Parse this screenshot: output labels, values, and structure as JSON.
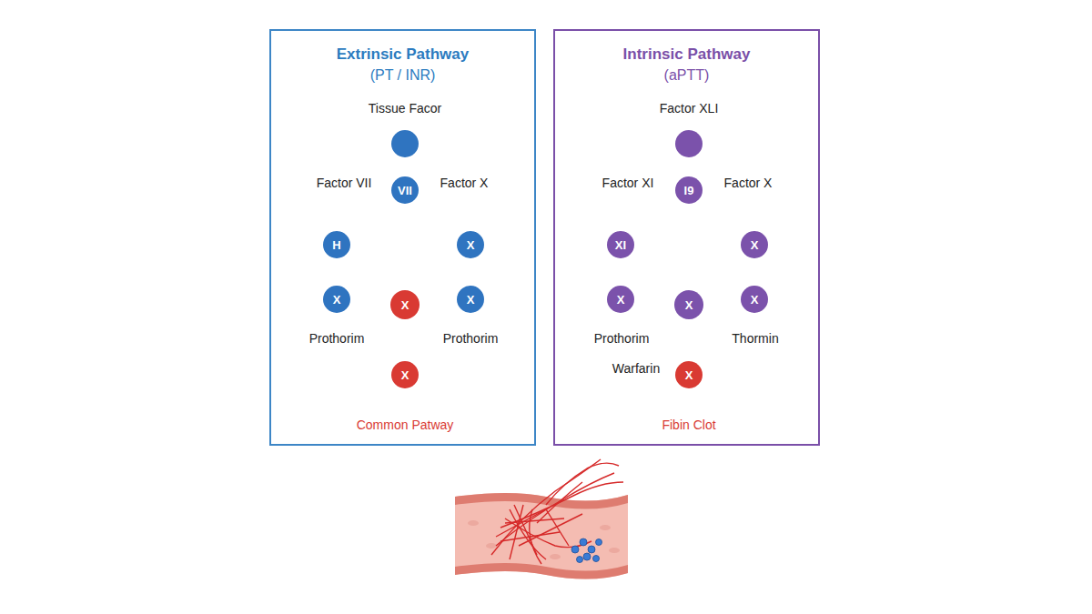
{
  "diagram": {
    "nodes": [
      {
        "text": [
          "Extrinsic Pathway",
          "(PT / INR)"
        ]
      },
      {
        "text": [
          "Tissue Facor"
        ],
        "in": 0
      },
      {
        "text": [
          "VII"
        ],
        "in": 0
      },
      {
        "text": [
          "H"
        ],
        "in": 0
      },
      {
        "text": [
          "X"
        ],
        "in": 0
      },
      {
        "text": [
          "X"
        ],
        "in": 0
      },
      {
        "text": [
          "X"
        ],
        "in": 0
      },
      {
        "text": [
          "X"
        ],
        "in": 0
      },
      {
        "text": [
          "X"
        ],
        "in": 0
      },
      {
        "text": [
          "Intrinsic Pathway",
          "(aPTT)"
        ]
      },
      {
        "text": [
          "Factor XLI"
        ],
        "in": 9
      },
      {
        "text": [
          "I9"
        ],
        "in": 9
      },
      {
        "text": [
          "XI"
        ],
        "in": 9
      },
      {
        "text": [
          "X"
        ],
        "in": 9
      },
      {
        "text": [
          "X"
        ],
        "in": 9
      },
      {
        "text": [
          "X"
        ],
        "in": 9
      },
      {
        "text": [
          "X"
        ],
        "in": 9
      },
      {
        "text": [
          "X"
        ],
        "in": 9
      }
    ],
    "edges": [
      {
        "from": 1,
        "to": 2,
        "arrow": "to"
      },
      {
        "from": 2,
        "to": 3,
        "arrow": "to"
      },
      {
        "from": 2,
        "to": 4,
        "arrow": "to"
      },
      {
        "from": 3,
        "to": 5,
        "arrow": "to"
      },
      {
        "from": 4,
        "to": 7,
        "arrow": "to"
      },
      {
        "from": 5,
        "to": 6,
        "arrow": "to"
      },
      {
        "from": 6,
        "to": 7,
        "arrow": "to"
      },
      {
        "from": 6,
        "to": 8,
        "arrow": "to"
      },
      {
        "from": 10,
        "to": 11,
        "arrow": "to"
      },
      {
        "from": 11,
        "to": 12,
        "arrow": "to"
      },
      {
        "from": 11,
        "to": 13,
        "arrow": "to"
      },
      {
        "from": 12,
        "to": 14,
        "arrow": "to"
      },
      {
        "from": 13,
        "to": 16,
        "arrow": "to"
      },
      {
        "from": 14,
        "to": 15,
        "arrow": "to"
      },
      {
        "from": 15,
        "to": 16,
        "arrow": "to"
      },
      {
        "from": 15,
        "to": 17,
        "arrow": "to"
      }
    ],
    "labels": [
      "Factor VII",
      "Factor X",
      "Prothorim",
      "Prothorim",
      "Common Patway",
      "Factor XI",
      "Factor X",
      "Prothorim",
      "Thormin",
      "Warfarin",
      "Fibin Clot"
    ]
  }
}
